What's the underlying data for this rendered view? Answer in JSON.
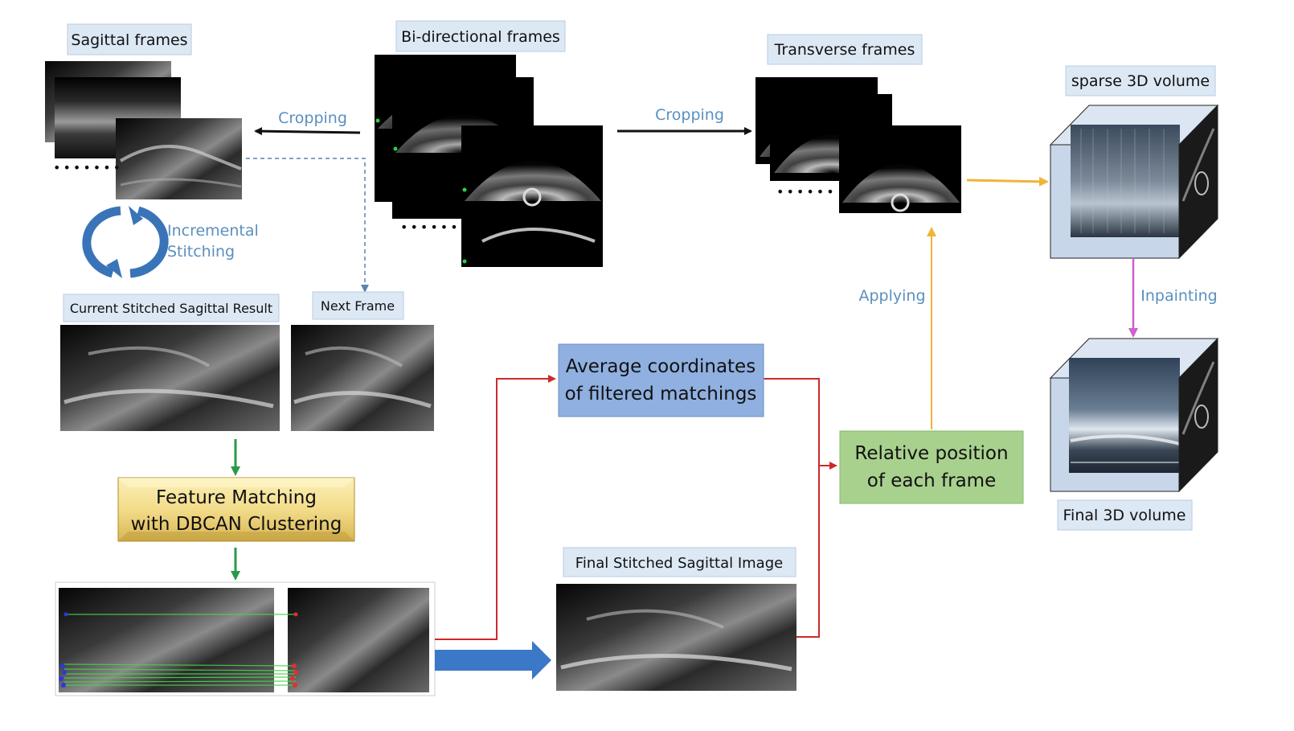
{
  "labels": {
    "sagittal_frames": "Sagittal frames",
    "bidirectional_frames": "Bi-directional frames",
    "transverse_frames": "Transverse frames",
    "sparse_volume": "sparse 3D volume",
    "cropping_left": "Cropping",
    "cropping_right": "Cropping",
    "incremental_line1": "Incremental",
    "incremental_line2": "Stitching",
    "current_result": "Current Stitched Sagittal Result",
    "next_frame": "Next Frame",
    "feature_line1": "Feature Matching",
    "feature_line2": "with DBCAN Clustering",
    "average_line1": "Average coordinates",
    "average_line2": "of filtered matchings",
    "relative_line1": "Relative position",
    "relative_line2": "of each frame",
    "applying": "Applying",
    "inpainting": "Inpainting",
    "final_stitched": "Final Stitched Sagittal Image",
    "final_volume": "Final 3D volume",
    "dots": "•••••••",
    "dots_mid": "••••••",
    "dots_right": "••••••"
  },
  "colors": {
    "label_box_fill": "#dde8f5",
    "label_box_stroke": "#b8cbe0",
    "flow_text": "#5b8fbf",
    "average_box": "#8fb0e0",
    "relative_box": "#a9d18e",
    "feature_box": "#f2dc8a",
    "green_arrow": "#2a9a48",
    "red_line": "#cc2a2a",
    "yellow_line": "#f0b43a",
    "magenta_line": "#d060d0",
    "blue_arrow": "#3b78c8",
    "match_line": "#49d249"
  }
}
